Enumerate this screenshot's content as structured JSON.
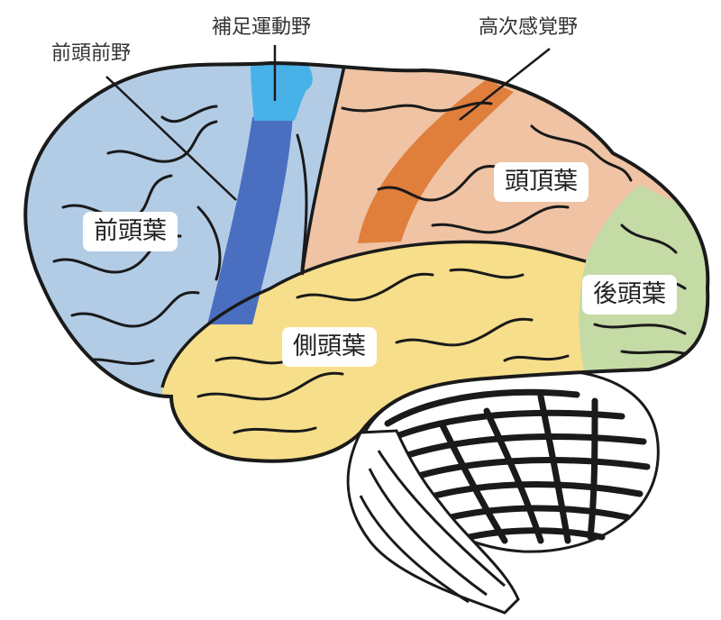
{
  "labels": {
    "frontal_lobe": "前頭葉",
    "parietal_lobe": "頭頂葉",
    "occipital_lobe": "後頭葉",
    "temporal_lobe": "側頭葉"
  },
  "callouts": {
    "prefrontal": "前頭前野",
    "supplementary_motor": "補足運動野",
    "higher_sensory": "高次感覚野"
  },
  "colors": {
    "frontal": "#b3cce6",
    "parietal": "#efc3a4",
    "occipital": "#c5dba6",
    "temporal": "#f7de8a",
    "motor_strip": "#4a6fc0",
    "supplementary_motor": "#48b1e8",
    "sensory_strip": "#e07e3c",
    "outline": "#1a1a1a"
  }
}
